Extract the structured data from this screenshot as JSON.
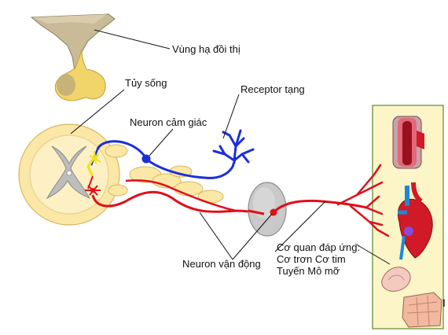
{
  "labels": {
    "hypothalamus": "Vùng hạ đồi thị",
    "spinal_cord": "Tủy sống",
    "visceral_receptor": "Receptor tạng",
    "sensory_neuron": "Neuron cảm giác",
    "motor_neuron": "Neuron vận động",
    "effector_title": "Cơ quan đáp ứng:",
    "effector_line2": "Cơ trơn Cơ tim",
    "effector_line3": "Tuyến Mô mỡ",
    "edge_mark": "I"
  },
  "colors": {
    "sensory": "#1a2fd8",
    "motor": "#e0101a",
    "cord_outer": "#fbe7a6",
    "cord_grey": "#bdbdbd",
    "ganglion": "#c9c9c9",
    "panel_bg": "#fbf5c8",
    "panel_border": "#5a8a2a"
  }
}
